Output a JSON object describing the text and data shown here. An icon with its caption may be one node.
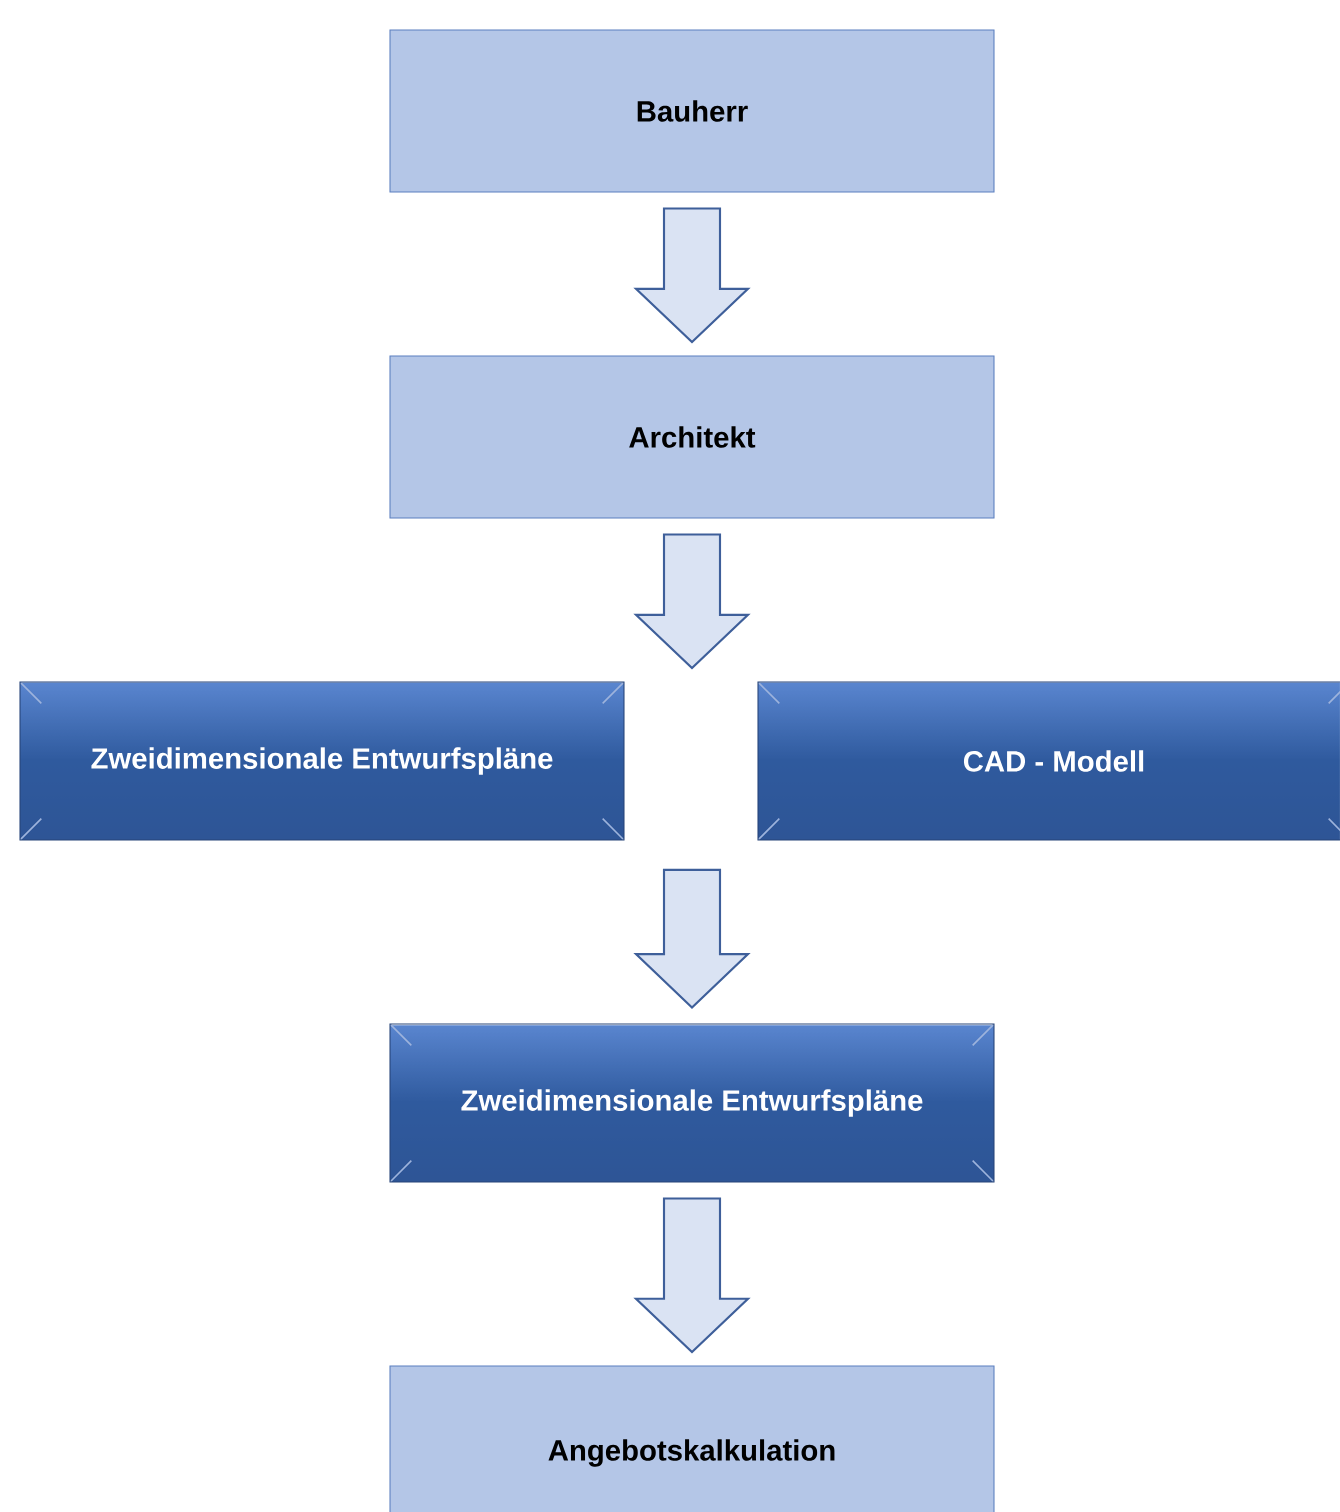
{
  "diagram": {
    "nodes": [
      {
        "text": [
          "Bauherr"
        ]
      },
      {
        "text": [
          "Architekt"
        ]
      },
      {
        "text": [
          "Zweidimensionale Entwurfspläne"
        ]
      },
      {
        "text": [
          "CAD - Modell"
        ]
      },
      {
        "text": [
          "Zweidimensionale Entwurfspläne"
        ]
      },
      {
        "text": [
          "Angebotskalkulation"
        ]
      }
    ],
    "edges": [
      {
        "from": 0,
        "to": 1,
        "arrow": "to"
      },
      {
        "from": 1,
        "to": 2,
        "arrow": "to"
      },
      {
        "from": 1,
        "to": 3,
        "arrow": "to"
      },
      {
        "from": 2,
        "to": 4,
        "arrow": "to"
      },
      {
        "from": 3,
        "to": 4,
        "arrow": "to"
      },
      {
        "from": 4,
        "to": 5,
        "arrow": "to"
      }
    ]
  }
}
